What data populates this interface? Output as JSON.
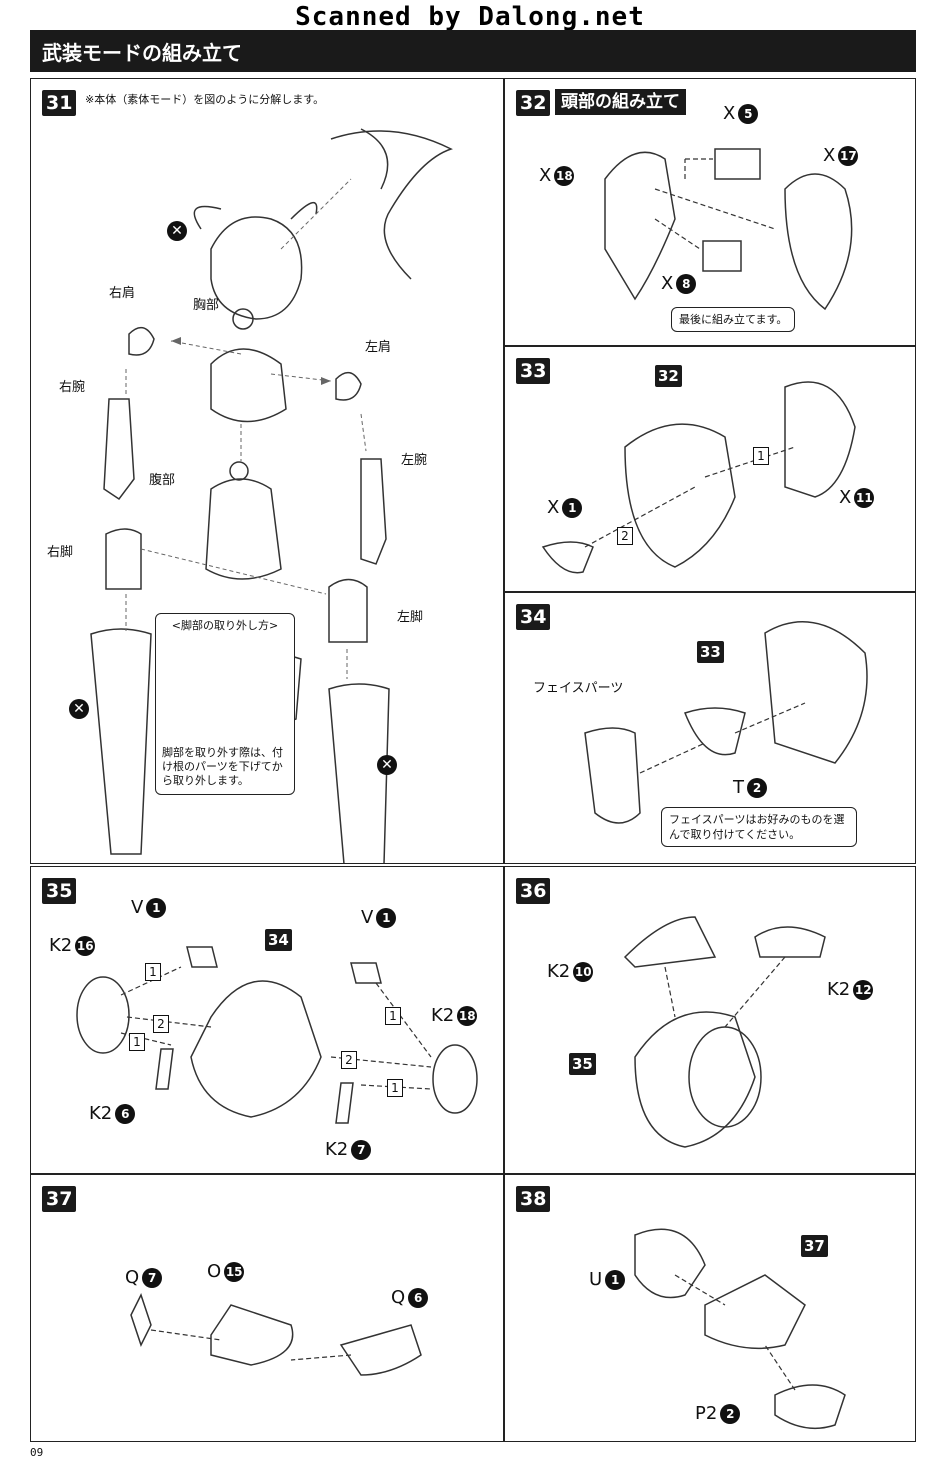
{
  "watermark": "Scanned by Dalong.net",
  "header": {
    "title": "武装モードの組み立て"
  },
  "page_number": "09",
  "steps": {
    "s31": {
      "number": "31",
      "note": "※本体（素体モード）を図のように分解します。",
      "labels": {
        "right_shoulder": "右肩",
        "chest": "胸部",
        "left_shoulder": "左肩",
        "right_arm": "右腕",
        "left_arm": "左腕",
        "abdomen": "腹部",
        "right_leg": "右脚",
        "left_leg": "左脚"
      },
      "leg_removal_title": "<脚部の取り外し方>",
      "leg_removal_note": "脚部を取り外す際は、付け根のパーツを下げてから取り外します。"
    },
    "s32": {
      "number": "32",
      "title": "頭部の組み立て",
      "parts": [
        {
          "code": "X",
          "num": "5"
        },
        {
          "code": "X",
          "num": "18"
        },
        {
          "code": "X",
          "num": "17"
        },
        {
          "code": "X",
          "num": "8"
        }
      ],
      "callout": "最後に組み立てます。"
    },
    "s33": {
      "number": "33",
      "ref": "32",
      "parts": [
        {
          "code": "X",
          "num": "1"
        },
        {
          "code": "X",
          "num": "11"
        }
      ],
      "order": [
        "1",
        "2"
      ]
    },
    "s34": {
      "number": "34",
      "ref": "33",
      "face_label": "フェイスパーツ",
      "parts": [
        {
          "code": "T",
          "num": "2"
        }
      ],
      "callout": "フェイスパーツはお好みのものを選んで取り付けてください。"
    },
    "s35": {
      "number": "35",
      "ref": "34",
      "parts": [
        {
          "code": "V",
          "num": "1"
        },
        {
          "code": "V",
          "num": "1"
        },
        {
          "code": "K2",
          "num": "16"
        },
        {
          "code": "K2",
          "num": "18"
        },
        {
          "code": "K2",
          "num": "6"
        },
        {
          "code": "K2",
          "num": "7"
        }
      ],
      "order": [
        "1",
        "2",
        "1",
        "1",
        "2",
        "1"
      ]
    },
    "s36": {
      "number": "36",
      "ref": "35",
      "parts": [
        {
          "code": "K2",
          "num": "10"
        },
        {
          "code": "K2",
          "num": "12"
        }
      ]
    },
    "s37": {
      "number": "37",
      "parts": [
        {
          "code": "Q",
          "num": "7"
        },
        {
          "code": "O",
          "num": "15"
        },
        {
          "code": "Q",
          "num": "6"
        }
      ]
    },
    "s38": {
      "number": "38",
      "ref": "37",
      "parts": [
        {
          "code": "U",
          "num": "1"
        },
        {
          "code": "P2",
          "num": "2"
        }
      ]
    }
  },
  "icons": {
    "no_use": "x-circle-icon"
  }
}
